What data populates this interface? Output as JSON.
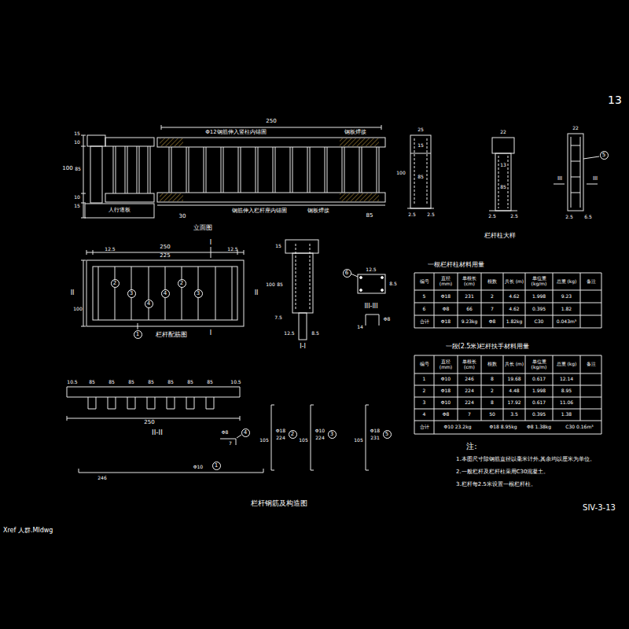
{
  "diagram": {
    "title": "栏杆钢筋及构造图",
    "nodes": [
      {
        "text": [
          "2"
        ]
      },
      {
        "text": [
          "3"
        ]
      },
      {
        "text": [
          "4"
        ]
      },
      {
        "text": [
          "4"
        ]
      },
      {
        "text": [
          "2"
        ]
      },
      {
        "text": [
          "3"
        ]
      },
      {
        "text": [
          "1"
        ]
      },
      {
        "text": [
          "6"
        ]
      },
      {
        "text": [
          "5"
        ]
      },
      {
        "text": [
          "4"
        ]
      },
      {
        "text": [
          "1"
        ]
      },
      {
        "text": [
          "2"
        ]
      },
      {
        "text": [
          "3"
        ]
      },
      {
        "text": [
          "5"
        ]
      }
    ],
    "labels": [
      "13",
      "SIV-3-13",
      "Xref 人群.MIdwg",
      "250",
      "Φ12钢筋伸入竖柱内锚固",
      "钢板焊接",
      "15",
      "10",
      "100",
      "85",
      "10",
      "15",
      "人行道板",
      "30",
      "钢筋伸入栏杆座内锚固",
      "钢板焊接",
      "85",
      "立面图",
      "I",
      "12.5",
      "250",
      "12.5",
      "225",
      "II",
      "II",
      "100",
      "I",
      "栏杆配筋图",
      "15",
      "100",
      "85",
      "7.5",
      "12.5",
      "8.5",
      "I-I",
      "12.5",
      "8.5",
      "III-III",
      "Φ8",
      "14",
      "10.5",
      "85",
      "85",
      "85",
      "85",
      "85",
      "85",
      "85",
      "10.5",
      "250",
      "II-II",
      "Φ8",
      "7",
      "Φ10",
      "246",
      "105",
      "Φ18",
      "224",
      "105",
      "Φ10",
      "224",
      "105",
      "Φ18",
      "231",
      "25",
      "100",
      "85",
      "15",
      "2.5",
      "2.5",
      "22",
      "13",
      "85",
      "2.5",
      "2.5",
      "22",
      "III",
      "III",
      "2.5",
      "6.5",
      "栏杆柱大样",
      "一根栏杆柱材料用量",
      "编号",
      "直径 (mm)",
      "单根长 (cm)",
      "根数",
      "共长 (m)",
      "单位重 (kg/m)",
      "总重 (kg)",
      "备注",
      "5",
      "Φ18",
      "231",
      "2",
      "4.62",
      "1.998",
      "9.23",
      "6",
      "Φ8",
      "66",
      "7",
      "4.62",
      "0.395",
      "1.82",
      "合计",
      "Φ18",
      "9.23kg",
      "Φ8",
      "1.82kg",
      "C30",
      "0.043m³",
      "一段(2.5米)栏杆扶手材料用量",
      "编号",
      "直径 (mm)",
      "单根长 (cm)",
      "根数",
      "共长 (m)",
      "单位重 (kg/m)",
      "总重 (kg)",
      "备注",
      "1",
      "Φ10",
      "246",
      "8",
      "19.68",
      "0.617",
      "12.14",
      "2",
      "Φ18",
      "224",
      "2",
      "4.48",
      "1.998",
      "8.95",
      "3",
      "Φ10",
      "224",
      "8",
      "17.92",
      "0.617",
      "11.06",
      "4",
      "Φ8",
      "7",
      "50",
      "3.5",
      "0.395",
      "1.38",
      "合计",
      "Φ10 23.2kg",
      "Φ18 8.95kg",
      "Φ8 1.38kg",
      "C30 0.16m³",
      "注:",
      "1.本图尺寸除钢筋直径以毫米计外,其余均以厘米为单位。",
      "2.一般栏杆及栏杆柱采用C30混凝土。",
      "3.栏杆每2.5米设置一根栏杆柱。"
    ]
  }
}
